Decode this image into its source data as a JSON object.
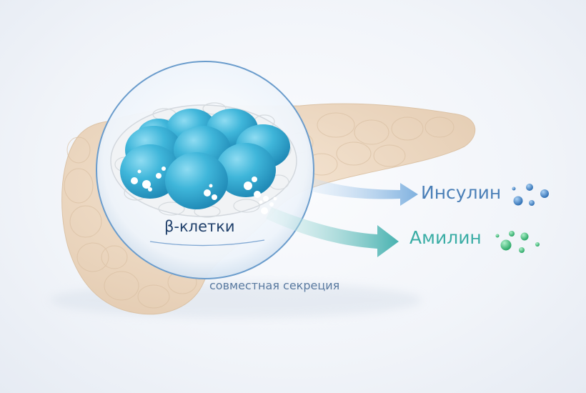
{
  "diagram": {
    "subject": "pancreas beta-cell co-secretion",
    "labels": {
      "beta_cells": "β-клетки",
      "co_secretion": "совместная секреция",
      "insulin": "Инсулин",
      "amylin": "Амилин"
    },
    "colors": {
      "background": "#f1f4f9",
      "pancreas": "#ecd9c4",
      "beta_cell": "#3fb0d4",
      "insulin_arrow": "#7fb1df",
      "insulin_text": "#4a7fb7",
      "insulin_dots": "#3d7fc4",
      "amylin_arrow": "#4fb6b4",
      "amylin_text": "#3aada5",
      "amylin_dots": "#3dbb7a",
      "lens_border": "#6a9ccc"
    },
    "arrows": [
      {
        "from": "beta_cells",
        "to": "insulin"
      },
      {
        "from": "beta_cells",
        "to": "amylin"
      }
    ]
  }
}
